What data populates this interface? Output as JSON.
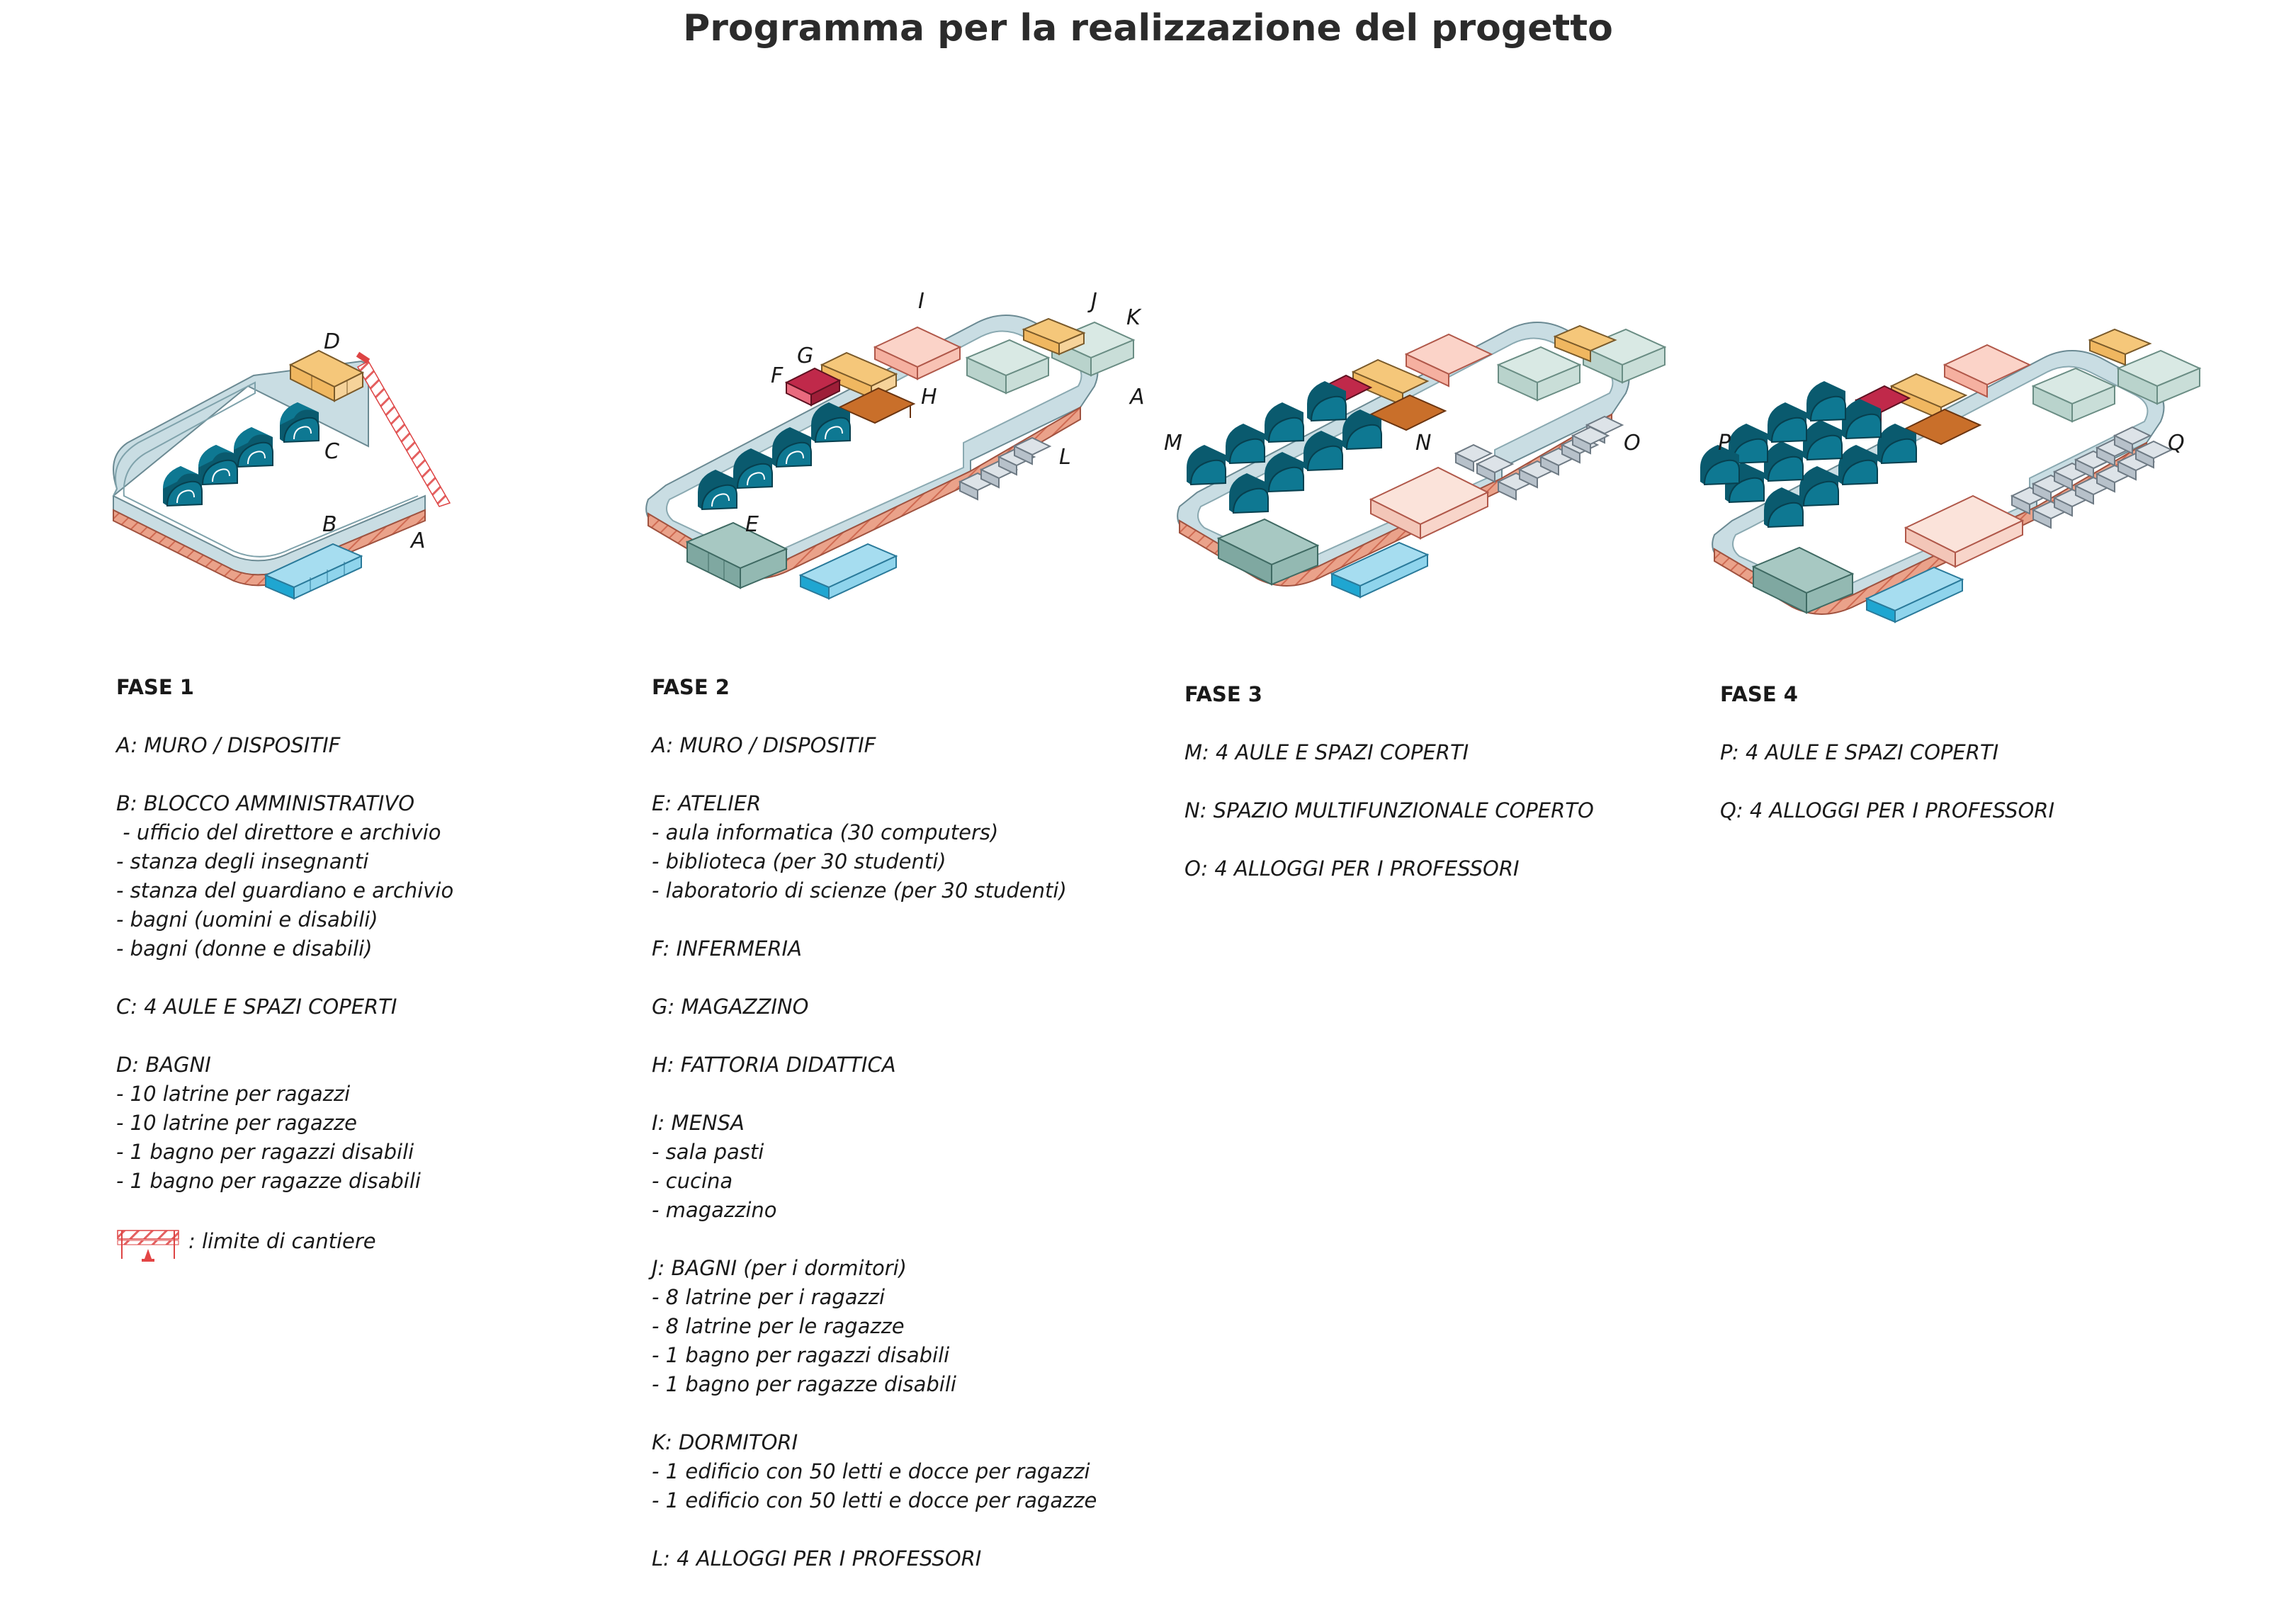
{
  "title": "Programma per la realizzazione del progetto",
  "labels": {
    "p1": [
      "D",
      "C",
      "B",
      "A"
    ],
    "p2": [
      "I",
      "J",
      "K",
      "G",
      "F",
      "H",
      "A",
      "L",
      "E"
    ],
    "p3": [
      "M",
      "N",
      "O"
    ],
    "p4": [
      "P",
      "Q"
    ]
  },
  "phases": [
    {
      "title": "FASE 1",
      "items": [
        {
          "head": "A: MURO / DISPOSITIF",
          "lines": []
        },
        {
          "head": "B: BLOCCO AMMINISTRATIVO",
          "lines": [
            " - ufficio del direttore e archivio",
            "- stanza degli insegnanti",
            "- stanza del guardiano e archivio",
            "- bagni (uomini e disabili)",
            "- bagni (donne e disabili)"
          ]
        },
        {
          "head": "C: 4 AULE E SPAZI COPERTI",
          "lines": []
        },
        {
          "head": "D: BAGNI",
          "lines": [
            "- 10 latrine per ragazzi",
            "- 10 latrine per ragazze",
            "- 1 bagno per ragazzi disabili",
            "- 1 bagno per ragazze disabili"
          ]
        }
      ]
    },
    {
      "title": "FASE 2",
      "items": [
        {
          "head": "A: MURO / DISPOSITIF",
          "lines": []
        },
        {
          "head": "E: ATELIER",
          "lines": [
            "- aula informatica (30 computers)",
            "- biblioteca (per 30 studenti)",
            "- laboratorio di scienze (per 30 studenti)"
          ]
        },
        {
          "head": "F: INFERMERIA",
          "lines": []
        },
        {
          "head": "G: MAGAZZINO",
          "lines": []
        },
        {
          "head": "H: FATTORIA DIDATTICA",
          "lines": []
        },
        {
          "head": "I: MENSA",
          "lines": [
            "- sala pasti",
            "- cucina",
            "- magazzino"
          ]
        },
        {
          "head": "J: BAGNI (per i dormitori)",
          "lines": [
            "- 8 latrine per i ragazzi",
            "- 8 latrine per le ragazze",
            "- 1 bagno per ragazzi disabili",
            "- 1 bagno per ragazze disabili"
          ]
        },
        {
          "head": "K: DORMITORI",
          "lines": [
            "- 1 edificio con 50 letti e docce per ragazzi",
            "- 1 edificio con 50 letti e docce per ragazze"
          ]
        },
        {
          "head": "L: 4 ALLOGGI PER I PROFESSORI",
          "lines": []
        }
      ]
    },
    {
      "title": "FASE 3",
      "items": [
        {
          "head": "M: 4 AULE E SPAZI COPERTI",
          "lines": []
        },
        {
          "head": "N: SPAZIO MULTIFUNZIONALE COPERTO",
          "lines": []
        },
        {
          "head": "O: 4 ALLOGGI PER I PROFESSORI",
          "lines": []
        }
      ]
    },
    {
      "title": "FASE 4",
      "items": [
        {
          "head": "P: 4 AULE E SPAZI COPERTI",
          "lines": []
        },
        {
          "head": "Q: 4 ALLOGGI PER I PROFESSORI",
          "lines": []
        }
      ]
    }
  ],
  "legend": {
    "text": ": limite di cantiere"
  },
  "colors": {
    "wall_top": "#c9dde3",
    "wall_side": "#e59a82",
    "wall_hatch": "#c8604a",
    "classroom": "#0e7892",
    "classroom_dark": "#0a5a6e",
    "admin": "#7fd0ea",
    "toilets": "#f0b760",
    "dining": "#f5b9aa",
    "dorms": "#cfe2dc",
    "atelier": "#8fb6b0",
    "storage": "#c0294a",
    "infirmary": "#e96a7e",
    "farm": "#c96f2a",
    "housing": "#c5d0d8",
    "multifunction": "#f6d6cb",
    "fence": "#e56a6a"
  }
}
